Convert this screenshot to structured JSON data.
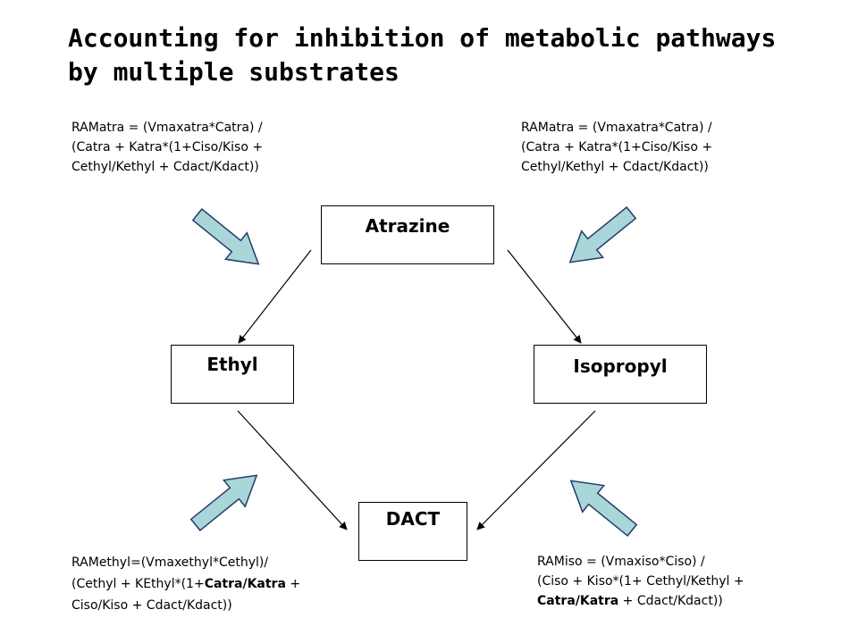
{
  "title": {
    "line1": "Accounting for inhibition of metabolic pathways",
    "line2": "by multiple substrates"
  },
  "nodes": {
    "atrazine": "Atrazine",
    "ethyl": "Ethyl",
    "isopropyl": "Isopropyl",
    "dact": "DACT"
  },
  "equations": {
    "top_left": {
      "line1": "RAMatra = (Vmaxatra*Catra) /",
      "line2": "(Catra + Katra*(1+Ciso/Kiso +",
      "line3": "Cethyl/Kethyl + Cdact/Kdact))"
    },
    "top_right": {
      "line1": "RAMatra = (Vmaxatra*Catra) /",
      "line2": "(Catra + Katra*(1+Ciso/Kiso +",
      "line3": "Cethyl/Kethyl + Cdact/Kdact))"
    },
    "bottom_left": {
      "line1": "RAMethyl=(Vmaxethyl*Cethyl)/",
      "line2_pre": "(Cethyl + KEthyl*(1+",
      "line2_bold": "Catra/Katra",
      "line2_post": " +",
      "line3": "Ciso/Kiso + Cdact/Kdact))"
    },
    "bottom_right": {
      "line1": "RAMiso = (Vmaxiso*Ciso) /",
      "line2": "(Ciso + Kiso*(1+ Cethyl/Kethyl +",
      "line3_bold": "Catra/Katra",
      "line3_post": " + Cdact/Kdact))"
    }
  },
  "colors": {
    "block_arrow_fill": "#a9d6d8",
    "block_arrow_stroke": "#243b6b",
    "line": "#000000"
  }
}
